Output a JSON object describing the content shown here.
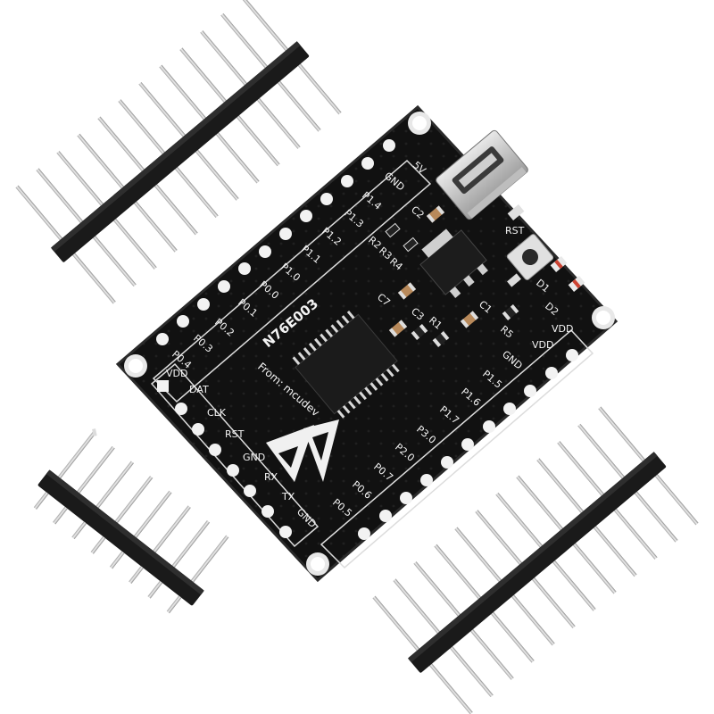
{
  "board": {
    "chip_label": "N76E003",
    "credit_label": "From: mcudev",
    "left_pin_labels": [
      "VDD",
      "DAT",
      "CLK",
      "RST",
      "GND",
      "RX",
      "TX",
      "GND"
    ],
    "top_pin_labels": [
      "5V",
      "GND",
      "P1.4",
      "P1.3",
      "P1.2",
      "P1.1",
      "P1.0",
      "P0.0",
      "P0.1",
      "P0.2",
      "P0.3",
      "P0.4"
    ],
    "bottom_pin_labels": [
      "VDD",
      "GND",
      "P1.5",
      "P1.6",
      "P1.7",
      "P3.0",
      "P2.0",
      "P0.7",
      "P0.6",
      "P0.5"
    ],
    "component_labels": [
      "C2",
      "R2",
      "R3",
      "R4",
      "C7",
      "C3",
      "R1",
      "C1",
      "R5",
      "D1",
      "D2",
      "RST",
      "VDD"
    ],
    "usb_port": "micro-usb-port",
    "button": "reset-button"
  }
}
